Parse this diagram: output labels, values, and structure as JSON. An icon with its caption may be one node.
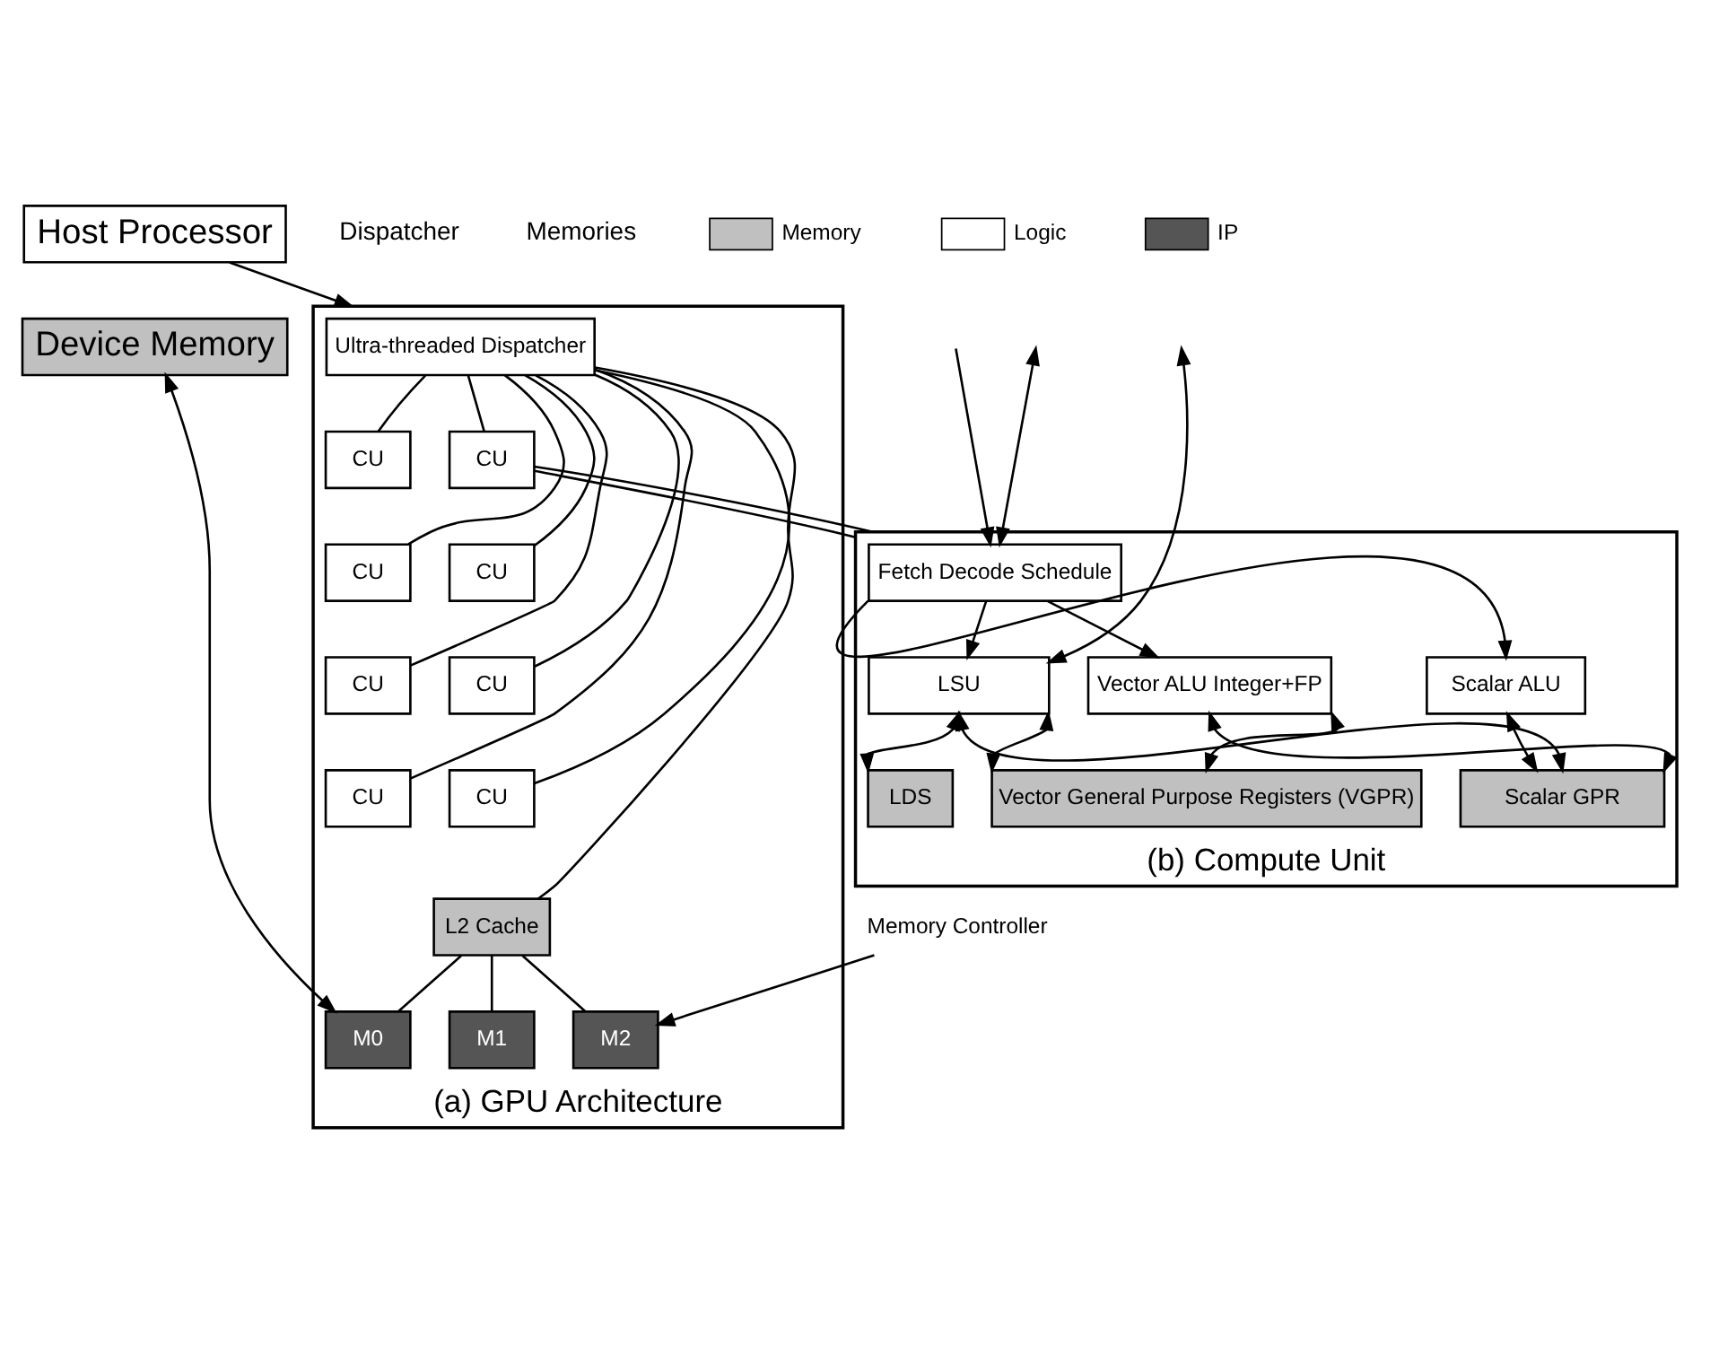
{
  "diagram": {
    "nodes": [
      {
        "text": [
          "Host Processor"
        ]
      },
      {
        "text": [
          "Device Memory"
        ]
      },
      {
        "text": [
          "(a) GPU Architecture"
        ]
      },
      {
        "text": [
          "Ultra-threaded Dispatcher"
        ],
        "in": 2
      },
      {
        "text": [
          "CU"
        ],
        "in": 2
      },
      {
        "text": [
          "CU"
        ],
        "in": 2
      },
      {
        "text": [
          "CU"
        ],
        "in": 2
      },
      {
        "text": [
          "CU"
        ],
        "in": 2
      },
      {
        "text": [
          "CU"
        ],
        "in": 2
      },
      {
        "text": [
          "CU"
        ],
        "in": 2
      },
      {
        "text": [
          "CU"
        ],
        "in": 2
      },
      {
        "text": [
          "CU"
        ],
        "in": 2
      },
      {
        "text": [
          "L2 Cache"
        ],
        "in": 2
      },
      {
        "text": [
          "M0"
        ],
        "in": 2
      },
      {
        "text": [
          "M1"
        ],
        "in": 2
      },
      {
        "text": [
          "M2"
        ],
        "in": 2
      },
      {
        "text": [
          "Memory Controller"
        ]
      },
      {
        "text": [
          "(b) Compute Unit"
        ]
      },
      {
        "text": [
          "Fetch Decode Schedule"
        ],
        "in": 17
      },
      {
        "text": [
          "LSU"
        ],
        "in": 17
      },
      {
        "text": [
          "Vector ALU Integer+FP"
        ],
        "in": 17
      },
      {
        "text": [
          "Scalar ALU"
        ],
        "in": 17
      },
      {
        "text": [
          "LDS"
        ],
        "in": 17
      },
      {
        "text": [
          "Vector General Purpose Registers (VGPR)"
        ],
        "in": 17
      },
      {
        "text": [
          "Scalar GPR"
        ],
        "in": 17
      }
    ],
    "edges": [
      {
        "from": 0,
        "to": 2,
        "arrow": "to"
      },
      {
        "from": 1,
        "to": 13,
        "arrow": "both"
      },
      {
        "from": 3,
        "to": 4,
        "arrow": "none"
      },
      {
        "from": 3,
        "to": 5,
        "arrow": "none"
      },
      {
        "from": 3,
        "to": 6,
        "arrow": "none"
      },
      {
        "from": 3,
        "to": 7,
        "arrow": "none"
      },
      {
        "from": 3,
        "to": 8,
        "arrow": "none"
      },
      {
        "from": 3,
        "to": 9,
        "arrow": "none"
      },
      {
        "from": 3,
        "to": 10,
        "arrow": "none"
      },
      {
        "from": 3,
        "to": 11,
        "arrow": "none"
      },
      {
        "from": 3,
        "to": 12,
        "arrow": "none"
      },
      {
        "from": 12,
        "to": 13,
        "arrow": "none"
      },
      {
        "from": 12,
        "to": 14,
        "arrow": "none"
      },
      {
        "from": 12,
        "to": 15,
        "arrow": "none"
      },
      {
        "from": 16,
        "to": 15,
        "arrow": "to"
      },
      {
        "from": 5,
        "to": 17,
        "arrow": "none"
      },
      {
        "from": 5,
        "to": 17,
        "arrow": "none"
      },
      {
        "from": null,
        "to": 18,
        "arrow": "to"
      },
      {
        "from": null,
        "to": 18,
        "arrow": "both"
      },
      {
        "from": null,
        "to": 19,
        "arrow": "both"
      },
      {
        "from": 18,
        "to": 19,
        "arrow": "to"
      },
      {
        "from": 18,
        "to": 20,
        "arrow": "to"
      },
      {
        "from": 18,
        "to": 21,
        "arrow": "to"
      },
      {
        "from": 19,
        "to": 22,
        "arrow": "both"
      },
      {
        "from": 19,
        "to": 23,
        "arrow": "both"
      },
      {
        "from": 19,
        "to": 24,
        "arrow": "both"
      },
      {
        "from": 20,
        "to": 23,
        "arrow": "both"
      },
      {
        "from": 20,
        "to": 24,
        "arrow": "both"
      },
      {
        "from": 21,
        "to": 24,
        "arrow": "both"
      }
    ],
    "labels": [
      "Dispatcher",
      "Memories"
    ],
    "legend": [
      {
        "text": "Memory",
        "color": "#c0c0c0"
      },
      {
        "text": "Logic",
        "color": "#ffffff"
      },
      {
        "text": "IP",
        "color": "#555555"
      }
    ]
  }
}
